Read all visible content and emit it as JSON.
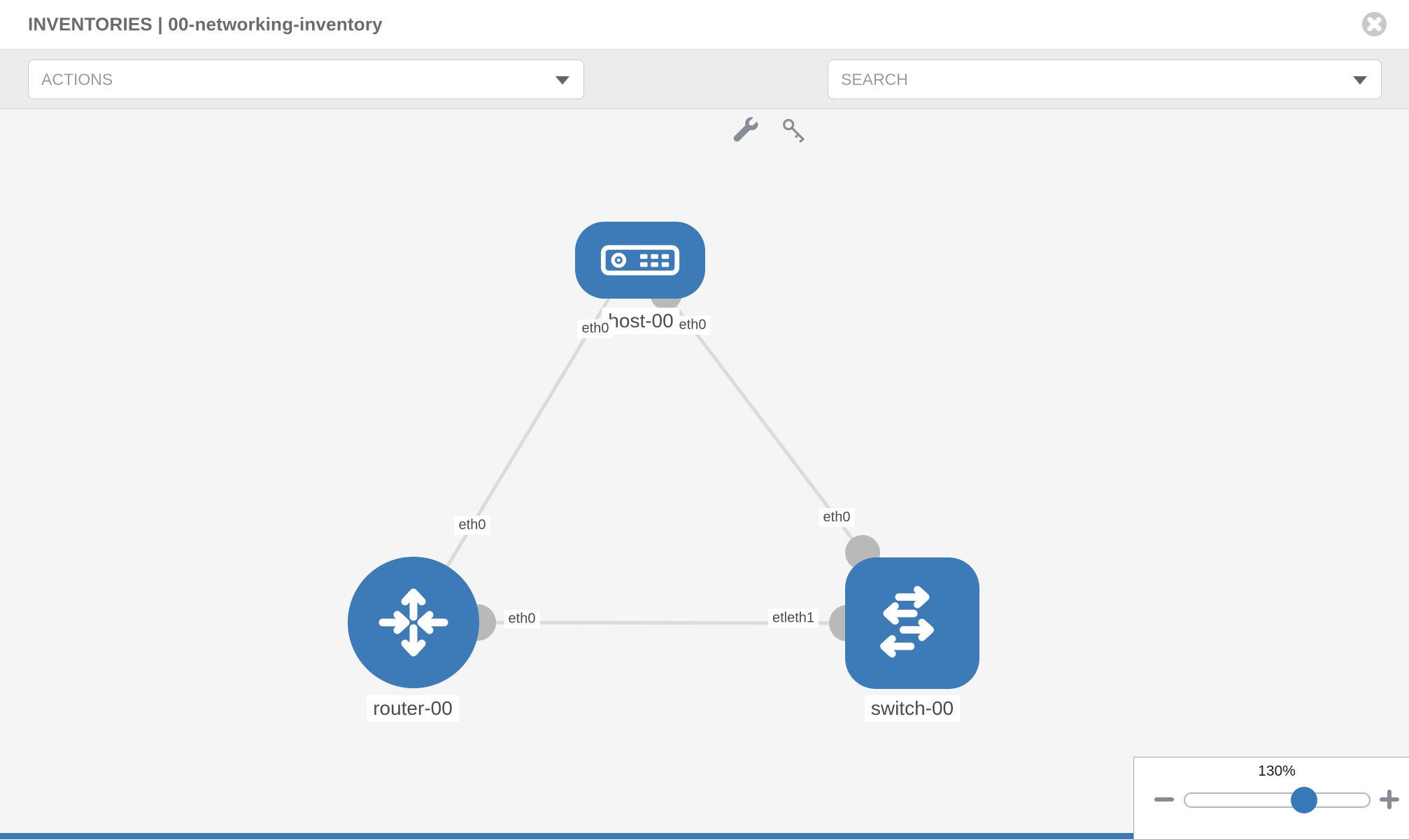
{
  "header": {
    "title": "INVENTORIES | 00-networking-inventory"
  },
  "toolbar": {
    "actions_dropdown": {
      "label": "ACTIONS"
    },
    "search_dropdown": {
      "label": "SEARCH"
    },
    "icon_buttons": [
      "wrench-icon",
      "key-icon"
    ]
  },
  "topology": {
    "nodes": [
      {
        "label": "host-00",
        "type": "host"
      },
      {
        "label": "router-00",
        "type": "router"
      },
      {
        "label": "switch-00",
        "type": "switch"
      }
    ],
    "links": [
      {
        "from": "router-00",
        "to": "host-00",
        "from_label": "eth0",
        "to_label": "eth0"
      },
      {
        "from": "host-00",
        "to": "switch-00",
        "from_label": "eth0",
        "to_label": "eth0"
      },
      {
        "from": "router-00",
        "to": "switch-00",
        "from_label": "eth0",
        "to_label": "etleth1"
      }
    ],
    "colors": {
      "node": "#3d7ab8",
      "link": "#dbdbdb",
      "port": "#b9b9b9"
    }
  },
  "zoom_control": {
    "value": "130%"
  }
}
